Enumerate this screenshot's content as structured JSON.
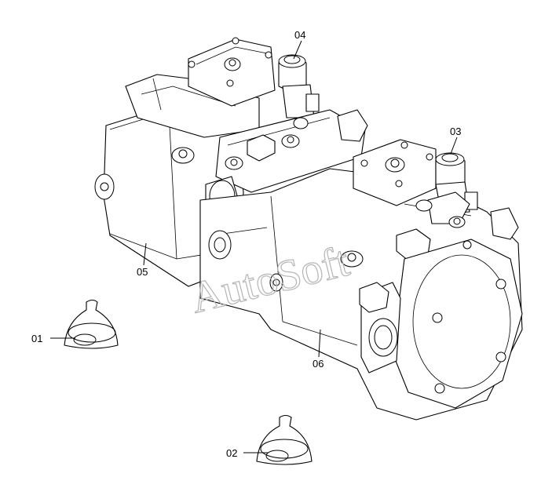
{
  "labels": {
    "part_01": "01",
    "part_02": "02",
    "part_03": "03",
    "part_04": "04",
    "part_05": "05",
    "part_06": "06"
  },
  "watermark": "AutoSoft"
}
